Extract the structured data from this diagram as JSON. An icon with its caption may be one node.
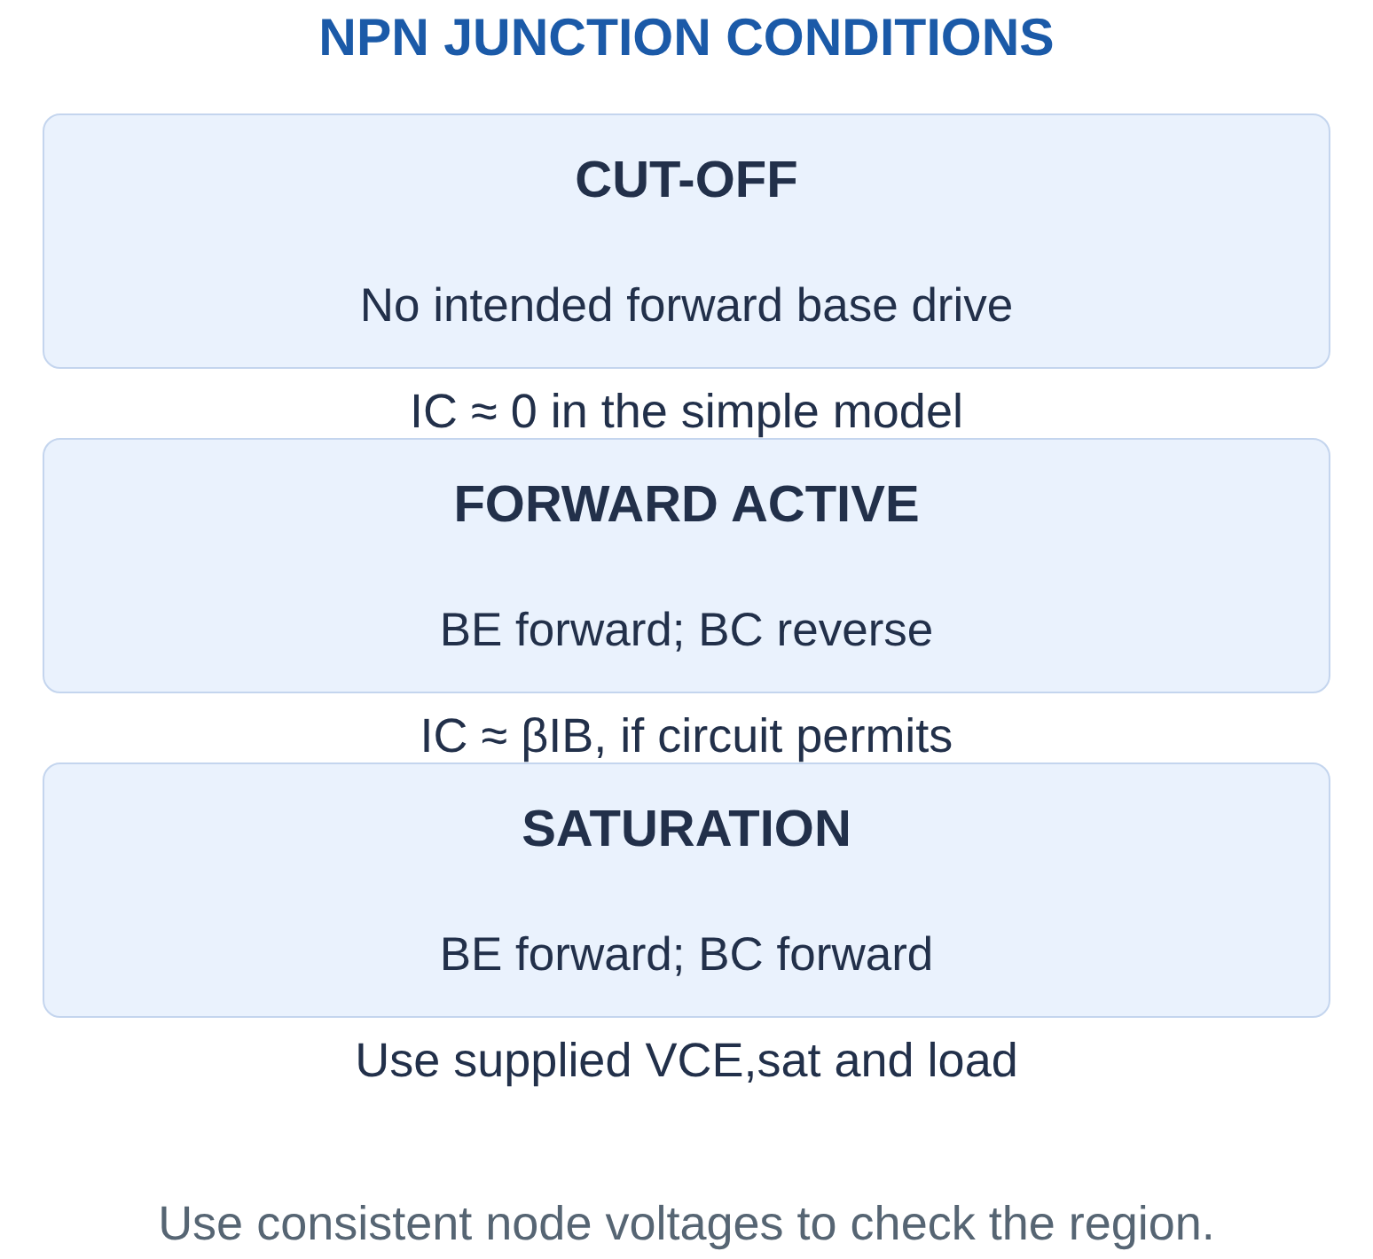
{
  "diagram": {
    "title": "NPN JUNCTION CONDITIONS",
    "nodes": [
      {
        "text": [
          "CUT-OFF",
          "No intended forward base drive"
        ],
        "beside": [
          "IC ≈ 0 in the simple model"
        ]
      },
      {
        "text": [
          "FORWARD ACTIVE",
          "BE forward; BC reverse"
        ],
        "beside": [
          "IC ≈ βIB, if circuit permits"
        ]
      },
      {
        "text": [
          "SATURATION",
          "BE forward; BC forward"
        ],
        "beside": [
          "Use supplied VCE,sat and load"
        ]
      }
    ],
    "edges": [],
    "caption": "Use consistent node voltages to check the region."
  }
}
